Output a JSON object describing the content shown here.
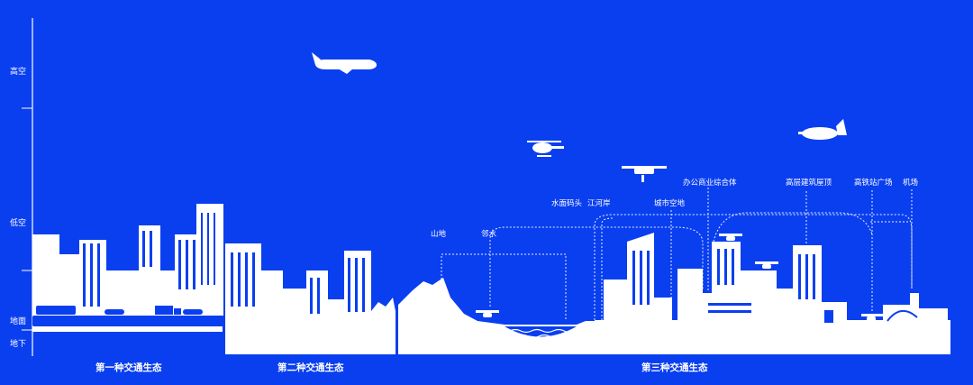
{
  "colors": {
    "background": "#0a3ff0",
    "foreground": "#ffffff"
  },
  "altitude_labels": {
    "high": "高空",
    "low": "低空",
    "ground": "地面",
    "underground": "地下"
  },
  "sections": {
    "first": "第一种交通生态",
    "second": "第二种交通生态",
    "third": "第三种交通生态"
  },
  "poi": {
    "mountain": "山地",
    "waterside": "邻水",
    "pier": "水面码头",
    "riverbank": "江河岸",
    "city_airspace": "城市空地",
    "office_complex": "办公商业综合体",
    "rooftop": "高层建筑屋顶",
    "rail_station": "高铁站广场",
    "airport": "机场"
  },
  "icons": [
    "airliner-icon",
    "helicopter-icon",
    "drone-icon",
    "evtol-icon",
    "bus-icon",
    "car-icon",
    "truck-icon",
    "subway-icon"
  ]
}
